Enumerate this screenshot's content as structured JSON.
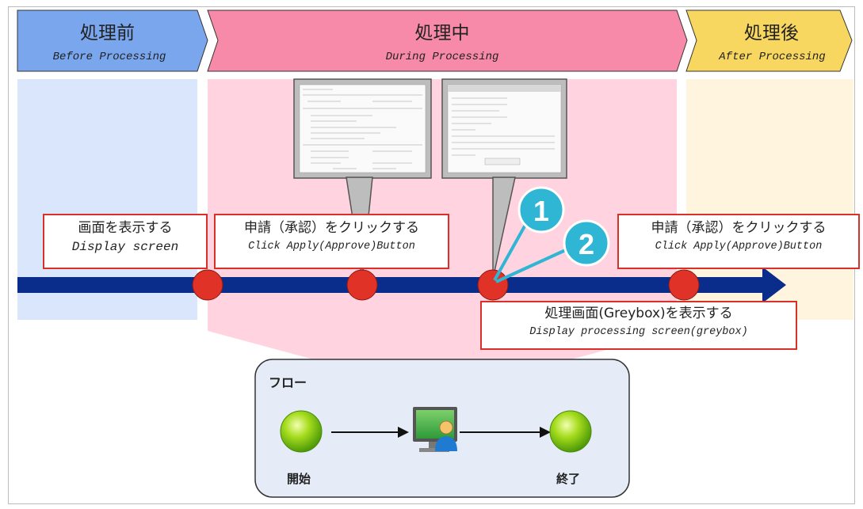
{
  "phases": {
    "before": {
      "title": "処理前",
      "subtitle": "Before Processing",
      "color": "#7aa6ee"
    },
    "during": {
      "title": "処理中",
      "subtitle": "During Processing",
      "color": "#f68aa8"
    },
    "after": {
      "title": "処理後",
      "subtitle": "After Processing",
      "color": "#f8d760"
    }
  },
  "steps": {
    "display": {
      "jp": "画面を表示する",
      "en": "Display screen"
    },
    "apply1": {
      "jp": "申請（承認）をクリックする",
      "en": "Click Apply(Approve)Button"
    },
    "apply2": {
      "jp": "申請（承認）をクリックする",
      "en": "Click Apply(Approve)Button"
    },
    "greybox": {
      "jp": "処理画面(Greybox)を表示する",
      "en": "Display processing screen(greybox)"
    }
  },
  "badges": [
    "1",
    "2"
  ],
  "flow": {
    "title": "フロー",
    "start_label": "開始",
    "end_label": "終了"
  },
  "colors": {
    "timeline": "#0a2d8c",
    "milestone": "#e03226",
    "badge": "#2fb6d4",
    "label_border": "#d9302a"
  }
}
